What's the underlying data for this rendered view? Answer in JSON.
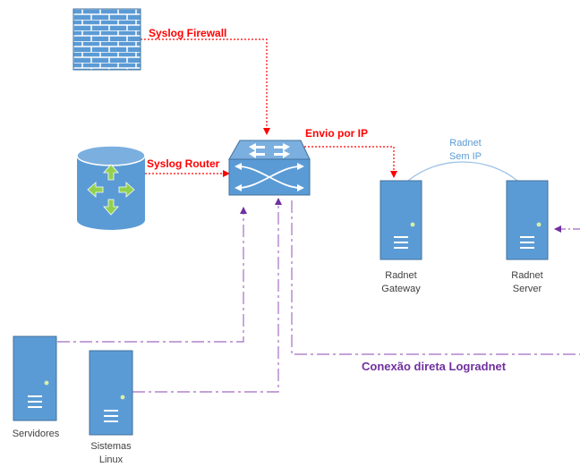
{
  "labels": {
    "syslog_firewall": "Syslog Firewall",
    "syslog_router": "Syslog Router",
    "envio_por_ip": "Envio por IP",
    "radnet_sem_ip_1": "Radnet",
    "radnet_sem_ip_2": "Sem IP",
    "radnet_gateway_1": "Radnet",
    "radnet_gateway_2": "Gateway",
    "radnet_server_1": "Radnet",
    "radnet_server_2": "Server",
    "servidores": "Servidores",
    "sistemas_linux_1": "Sistemas",
    "sistemas_linux_2": "Linux",
    "conexao_direta": "Conexão direta Logradnet"
  },
  "colors": {
    "device_blue": "#5b9bd5",
    "device_dark": "#41719c",
    "syslog_red": "#ff0000",
    "direct_purple": "#7030a0",
    "dash_purple": "#b084cc"
  },
  "icons": [
    "firewall-icon",
    "router-icon",
    "switch-icon",
    "server-icon"
  ]
}
